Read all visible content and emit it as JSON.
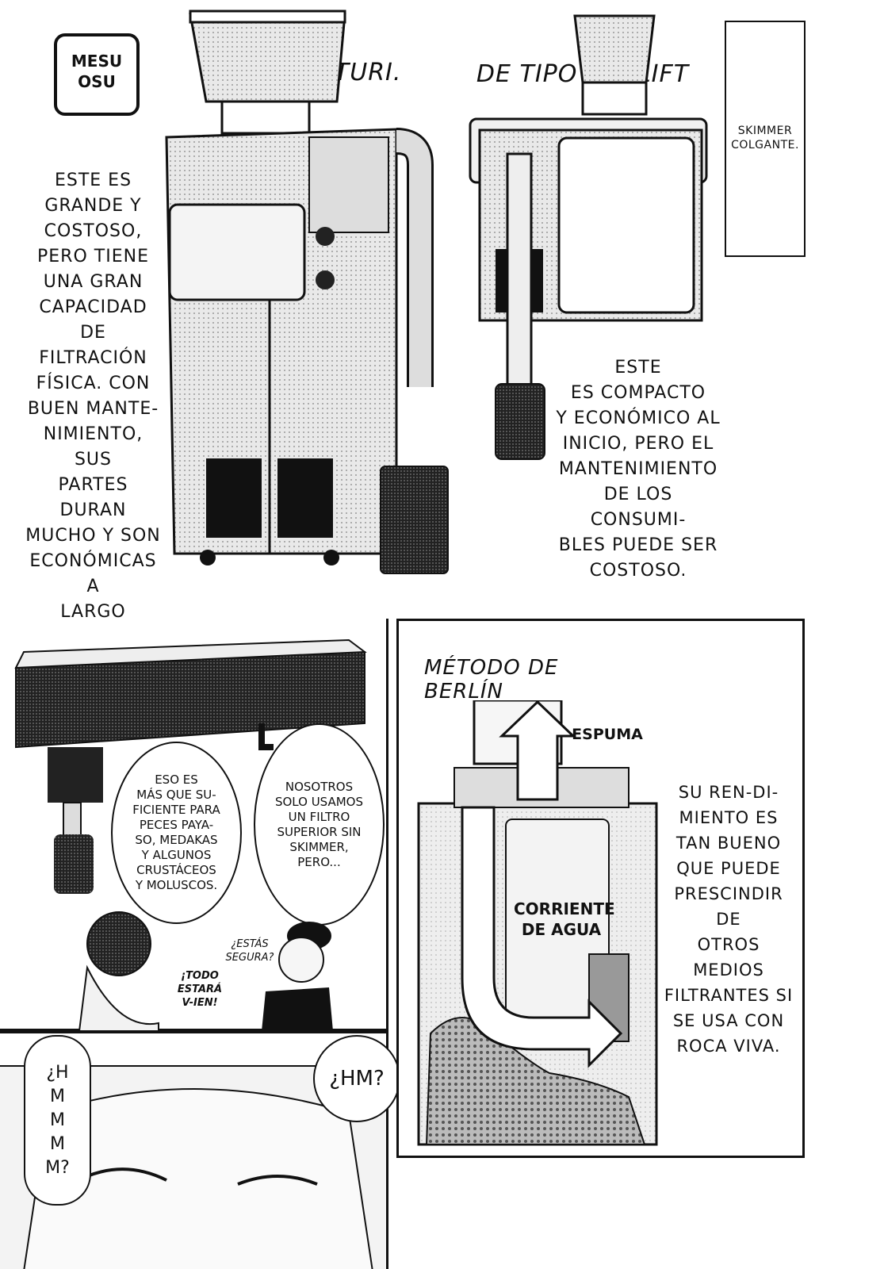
{
  "top": {
    "logo": {
      "line1": "MESU",
      "line2": "OSU"
    },
    "venturi": {
      "title": "TIPO VENTURI.",
      "caption": [
        "ESTE ES",
        "GRANDE Y",
        "COSTOSO,",
        "PERO TIENE",
        "UNA GRAN",
        "CAPACIDAD DE",
        "FILTRACIÓN",
        "FÍSICA. CON",
        "BUEN MANTE-",
        "NIMIENTO, SUS",
        "PARTES DURAN",
        "MUCHO Y SON",
        "ECONÓMICAS A",
        "LARGO PLAZO."
      ]
    },
    "airlift": {
      "title": "DE TIPO AIR-LIFT",
      "caption": [
        "ESTE",
        "ES COMPACTO",
        "Y ECONÓMICO AL",
        "INICIO, PERO EL",
        "MANTENIMIENTO",
        "DE LOS CONSUMI-",
        "BLES PUEDE SER",
        "COSTOSO."
      ]
    },
    "hanging_box": {
      "line1": "SKIMMER",
      "line2": "COLGANTE."
    }
  },
  "left_panel": {
    "bubble1": [
      "ESO ES",
      "MÁS QUE SU-",
      "FICIENTE PARA",
      "PECES PAYA-",
      "SO, MEDAKAS",
      "Y ALGUNOS",
      "CRUSTÁCEOS",
      "Y MOLUSCOS."
    ],
    "bubble2": [
      "NOSOTROS",
      "SOLO USAMOS",
      "UN FILTRO",
      "SUPERIOR SIN",
      "SKIMMER,",
      "PERO..."
    ],
    "sfx_question": [
      "¿ESTÁS",
      "SEGURA?"
    ],
    "sfx_shout": [
      "¡TODO",
      "ESTARÁ",
      "V-IEN!"
    ],
    "hmmm": [
      "¿H",
      "M",
      "M",
      "M",
      "M?"
    ],
    "hm": "¿HM?"
  },
  "berlin_panel": {
    "title": "MÉTODO DE BERLÍN",
    "foam_label": "ESPUMA",
    "water_label": [
      "CORRIENTE",
      "DE AGUA"
    ],
    "caption": [
      "SU REN-DI-",
      "MIENTO ES",
      "TAN BUENO",
      "QUE PUEDE",
      "PRESCINDIR DE",
      "OTROS MEDIOS",
      "FILTRANTES SI",
      "SE USA CON",
      "ROCA VIVA."
    ]
  }
}
